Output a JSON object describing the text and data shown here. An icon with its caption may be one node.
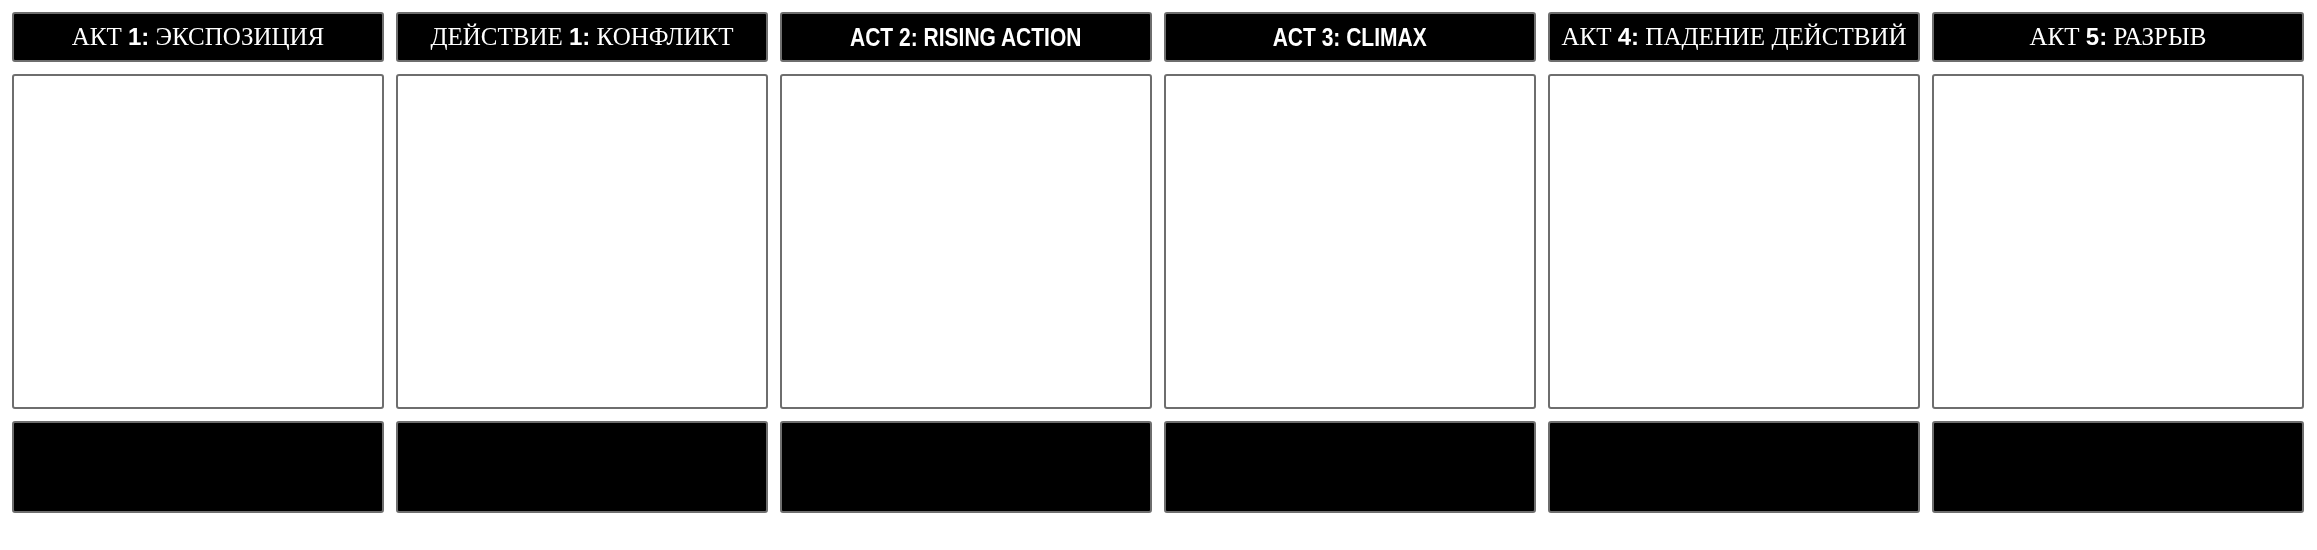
{
  "diagram": {
    "nodes": [
      {
        "text": [
          "АКТ **1:** ЭКСПОЗИЦИЯ"
        ]
      },
      {
        "text": [
          "ДЕЙСТВИЕ **1:** КОНФЛИКТ"
        ]
      },
      {
        "text": [
          "ACT 2: RISING ACTION"
        ]
      },
      {
        "text": [
          "ACT 3: CLIMAX"
        ]
      },
      {
        "text": [
          "АКТ **4:** ПАДЕНИЕ ДЕЙСТВИЙ"
        ]
      },
      {
        "text": [
          "АКТ **5:** РАЗРЫВ"
        ]
      },
      {
        "text": [],
        "shape": "box"
      },
      {
        "text": [],
        "shape": "box"
      },
      {
        "text": [],
        "shape": "box"
      },
      {
        "text": [],
        "shape": "box"
      },
      {
        "text": [],
        "shape": "box"
      },
      {
        "text": [],
        "shape": "box"
      },
      {
        "text": [],
        "shape": "box"
      },
      {
        "text": [],
        "shape": "box"
      },
      {
        "text": [],
        "shape": "box"
      },
      {
        "text": [],
        "shape": "box"
      },
      {
        "text": [],
        "shape": "box"
      },
      {
        "text": [],
        "shape": "box"
      }
    ]
  }
}
